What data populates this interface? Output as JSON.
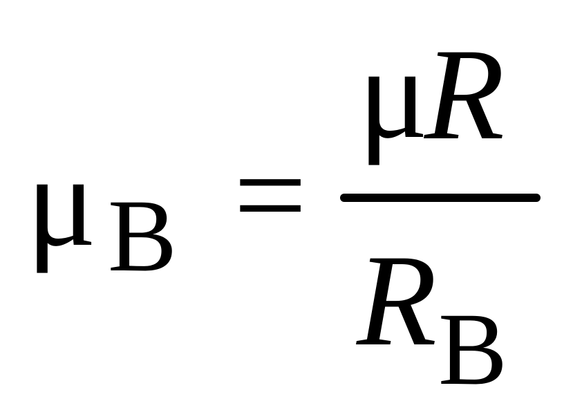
{
  "formula": {
    "lhs": {
      "symbol": "μ",
      "subscript": "B"
    },
    "operator": "=",
    "rhs": {
      "numerator": {
        "factor_1": "μ",
        "factor_2": "R"
      },
      "denominator": {
        "symbol": "R",
        "subscript": "B"
      }
    }
  }
}
